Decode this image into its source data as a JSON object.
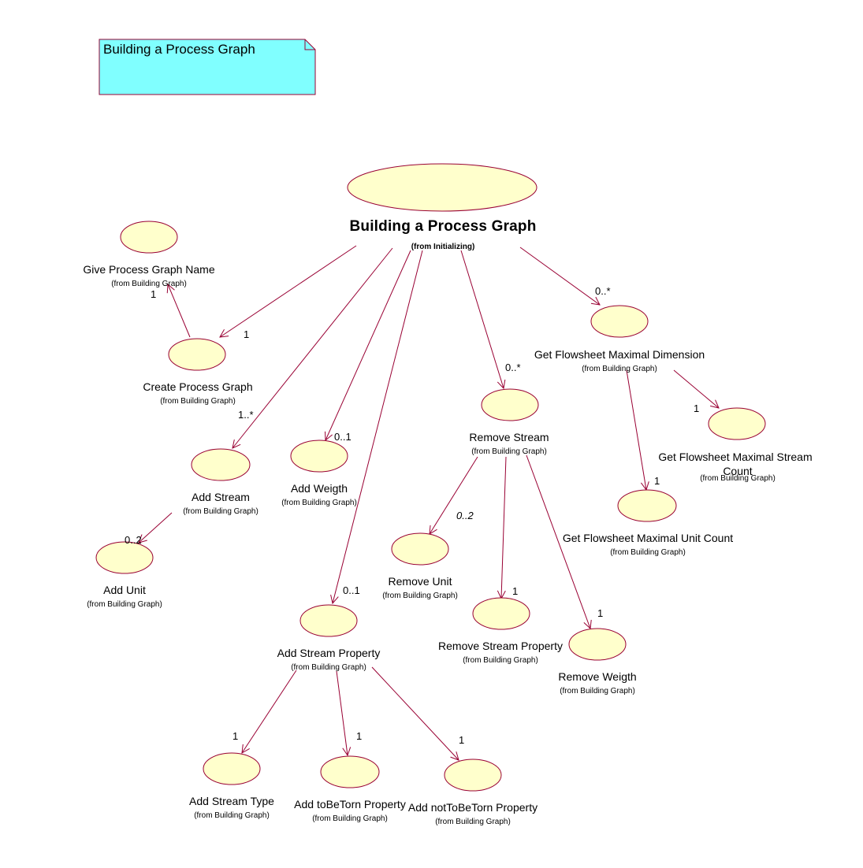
{
  "note": {
    "title": "Building a Process Graph"
  },
  "colors": {
    "ellipse_fill": "#ffffcc",
    "line": "#990033",
    "note_fill": "#80ffff"
  },
  "use_cases": {
    "main": {
      "name": "Building a  Process Graph",
      "from": "(from Initializing)"
    },
    "give_name": {
      "name": "Give Process Graph Name",
      "from": "(from Building Graph)"
    },
    "create_graph": {
      "name": "Create Process Graph",
      "from": "(from Building Graph)"
    },
    "add_stream": {
      "name": "Add Stream",
      "from": "(from Building Graph)"
    },
    "add_weigth": {
      "name": "Add Weigth",
      "from": "(from Building Graph)"
    },
    "add_unit": {
      "name": "Add Unit",
      "from": "(from Building Graph)"
    },
    "add_stream_property": {
      "name": "Add Stream Property",
      "from": "(from Building Graph)"
    },
    "add_stream_type": {
      "name": "Add Stream Type",
      "from": "(from Building Graph)"
    },
    "add_tobetorn": {
      "name": "Add toBeTorn Property",
      "from": "(from Building Graph)"
    },
    "add_nottobetorn": {
      "name": "Add notToBeTorn Property",
      "from": "(from Building Graph)"
    },
    "remove_stream": {
      "name": "Remove Stream",
      "from": "(from Building Graph)"
    },
    "remove_unit": {
      "name": "Remove Unit",
      "from": "(from Building Graph)"
    },
    "remove_stream_property": {
      "name": "Remove Stream Property",
      "from": "(from Building Graph)"
    },
    "remove_weigth": {
      "name": "Remove Weigth",
      "from": "(from Building Graph)"
    },
    "get_max_dimension": {
      "name": "Get Flowsheet Maximal Dimension",
      "from": "(from Building Graph)"
    },
    "get_max_stream_count": {
      "name": "Get Flowsheet Maximal Stream",
      "name2": "Count",
      "from": "(from Building Graph)"
    },
    "get_max_unit_count": {
      "name": "Get Flowsheet Maximal Unit Count",
      "from": "(from Building Graph)"
    }
  },
  "multiplicities": {
    "give_name": "1",
    "create_graph": "1",
    "add_stream": "1..*",
    "add_weigth": "0..1",
    "add_unit": "0..2",
    "add_stream_property": "0..1",
    "add_stream_type": "1",
    "add_tobetorn": "1",
    "add_nottobetorn": "1",
    "remove_stream": "0..*",
    "remove_unit": "0..2",
    "remove_stream_property": "1",
    "remove_weigth": "1",
    "get_max_dimension": "0..*",
    "get_max_stream_count": "1",
    "get_max_unit_count": "1"
  }
}
